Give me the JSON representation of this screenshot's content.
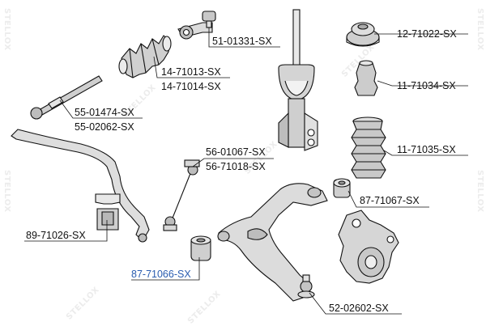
{
  "watermark": {
    "text": "STELLOX"
  },
  "labels": [
    {
      "id": "p51",
      "text": "51-01331-SX"
    },
    {
      "id": "p12",
      "text": "12-71022-SX"
    },
    {
      "id": "p14a",
      "text": "14-71013-SX"
    },
    {
      "id": "p14b",
      "text": "14-71014-SX"
    },
    {
      "id": "p11a",
      "text": "11-71034-SX"
    },
    {
      "id": "p55a",
      "text": "55-01474-SX"
    },
    {
      "id": "p55b",
      "text": "55-02062-SX"
    },
    {
      "id": "p56a",
      "text": "56-01067-SX"
    },
    {
      "id": "p56b",
      "text": "56-71018-SX"
    },
    {
      "id": "p11b",
      "text": "11-71035-SX"
    },
    {
      "id": "p87b",
      "text": "87-71067-SX"
    },
    {
      "id": "p89",
      "text": "89-71026-SX"
    },
    {
      "id": "p87a",
      "text": "87-71066-SX"
    },
    {
      "id": "p52",
      "text": "52-02602-SX"
    }
  ]
}
